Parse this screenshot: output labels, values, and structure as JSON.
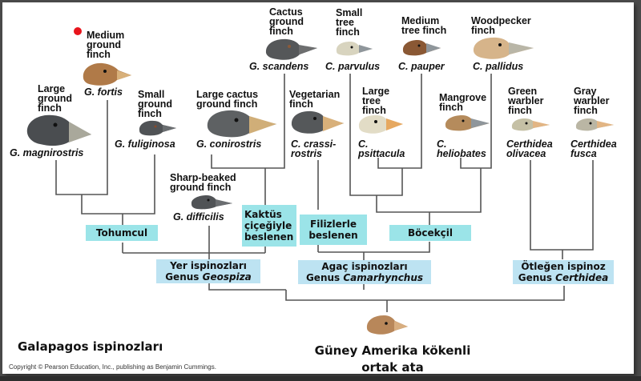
{
  "diagram": {
    "title": "Galapagos ispinozları",
    "copyright": "Copyright © Pearson Education, Inc., publishing as Benjamin Cummings.",
    "ancestor": {
      "line1": "Güney Amerika kökenli",
      "line2": "ortak ata"
    },
    "colors": {
      "diet_box": "#9be4e8",
      "genus_box": "#bde3f2",
      "marker": "#e8141c",
      "tree_line": "#555555"
    },
    "finches": [
      {
        "id": "fortis",
        "common": [
          "Medium",
          "ground",
          "finch"
        ],
        "scientific": [
          "G. fortis"
        ],
        "marked": true
      },
      {
        "id": "magnirostris",
        "common": [
          "Large",
          "ground",
          "finch"
        ],
        "scientific": [
          "G. magnirostris"
        ]
      },
      {
        "id": "fuliginosa",
        "common": [
          "Small",
          "ground",
          "finch"
        ],
        "scientific": [
          "G. fuliginosa"
        ]
      },
      {
        "id": "conirostris",
        "common": [
          "Large cactus",
          "ground finch"
        ],
        "scientific": [
          "G. conirostris"
        ]
      },
      {
        "id": "scandens",
        "common": [
          "Cactus",
          "ground",
          "finch"
        ],
        "scientific": [
          "G. scandens"
        ]
      },
      {
        "id": "difficilis",
        "common": [
          "Sharp-beaked",
          "ground finch"
        ],
        "scientific": [
          "G. difficilis"
        ]
      },
      {
        "id": "crassirostris",
        "common": [
          "Vegetarian",
          "finch"
        ],
        "scientific": [
          "C. crassi-",
          "rostris"
        ]
      },
      {
        "id": "parvulus",
        "common": [
          "Small",
          "tree",
          "finch"
        ],
        "scientific": [
          "C. parvulus"
        ]
      },
      {
        "id": "psittacula",
        "common": [
          "Large",
          "tree",
          "finch"
        ],
        "scientific": [
          "C.",
          "psittacula"
        ]
      },
      {
        "id": "pauper",
        "common": [
          "Medium",
          "tree finch"
        ],
        "scientific": [
          "C. pauper"
        ]
      },
      {
        "id": "pallidus",
        "common": [
          "Woodpecker",
          "finch"
        ],
        "scientific": [
          "C. pallidus"
        ]
      },
      {
        "id": "heliobates",
        "common": [
          "Mangrove",
          "finch"
        ],
        "scientific": [
          "C.",
          "heliobates"
        ]
      },
      {
        "id": "olivacea",
        "common": [
          "Green",
          "warbler",
          "finch"
        ],
        "scientific": [
          "Certhidea",
          "olivacea"
        ]
      },
      {
        "id": "fusca",
        "common": [
          "Gray",
          "warbler",
          "finch"
        ],
        "scientific": [
          "Certhidea",
          "fusca"
        ]
      }
    ],
    "diet_groups": [
      {
        "id": "seed",
        "label": "Tohumcul"
      },
      {
        "id": "cactus",
        "label": [
          "Kaktüs",
          "çiçeğiyle",
          "beslenen"
        ]
      },
      {
        "id": "buds",
        "label": [
          "Filizlerle",
          "beslenen"
        ]
      },
      {
        "id": "insect",
        "label": "Böcekçil"
      }
    ],
    "genera": [
      {
        "id": "geospiza",
        "line1": "Yer ispinozları",
        "prefix": "Genus",
        "name": "Geospiza"
      },
      {
        "id": "camarhynchus",
        "line1": "Agaç ispinozları",
        "prefix": "Genus",
        "name": "Camarhynchus"
      },
      {
        "id": "certhidea",
        "line1": "Ötleğen ispinoz",
        "prefix": "Genus",
        "name": "Certhidea"
      }
    ]
  }
}
